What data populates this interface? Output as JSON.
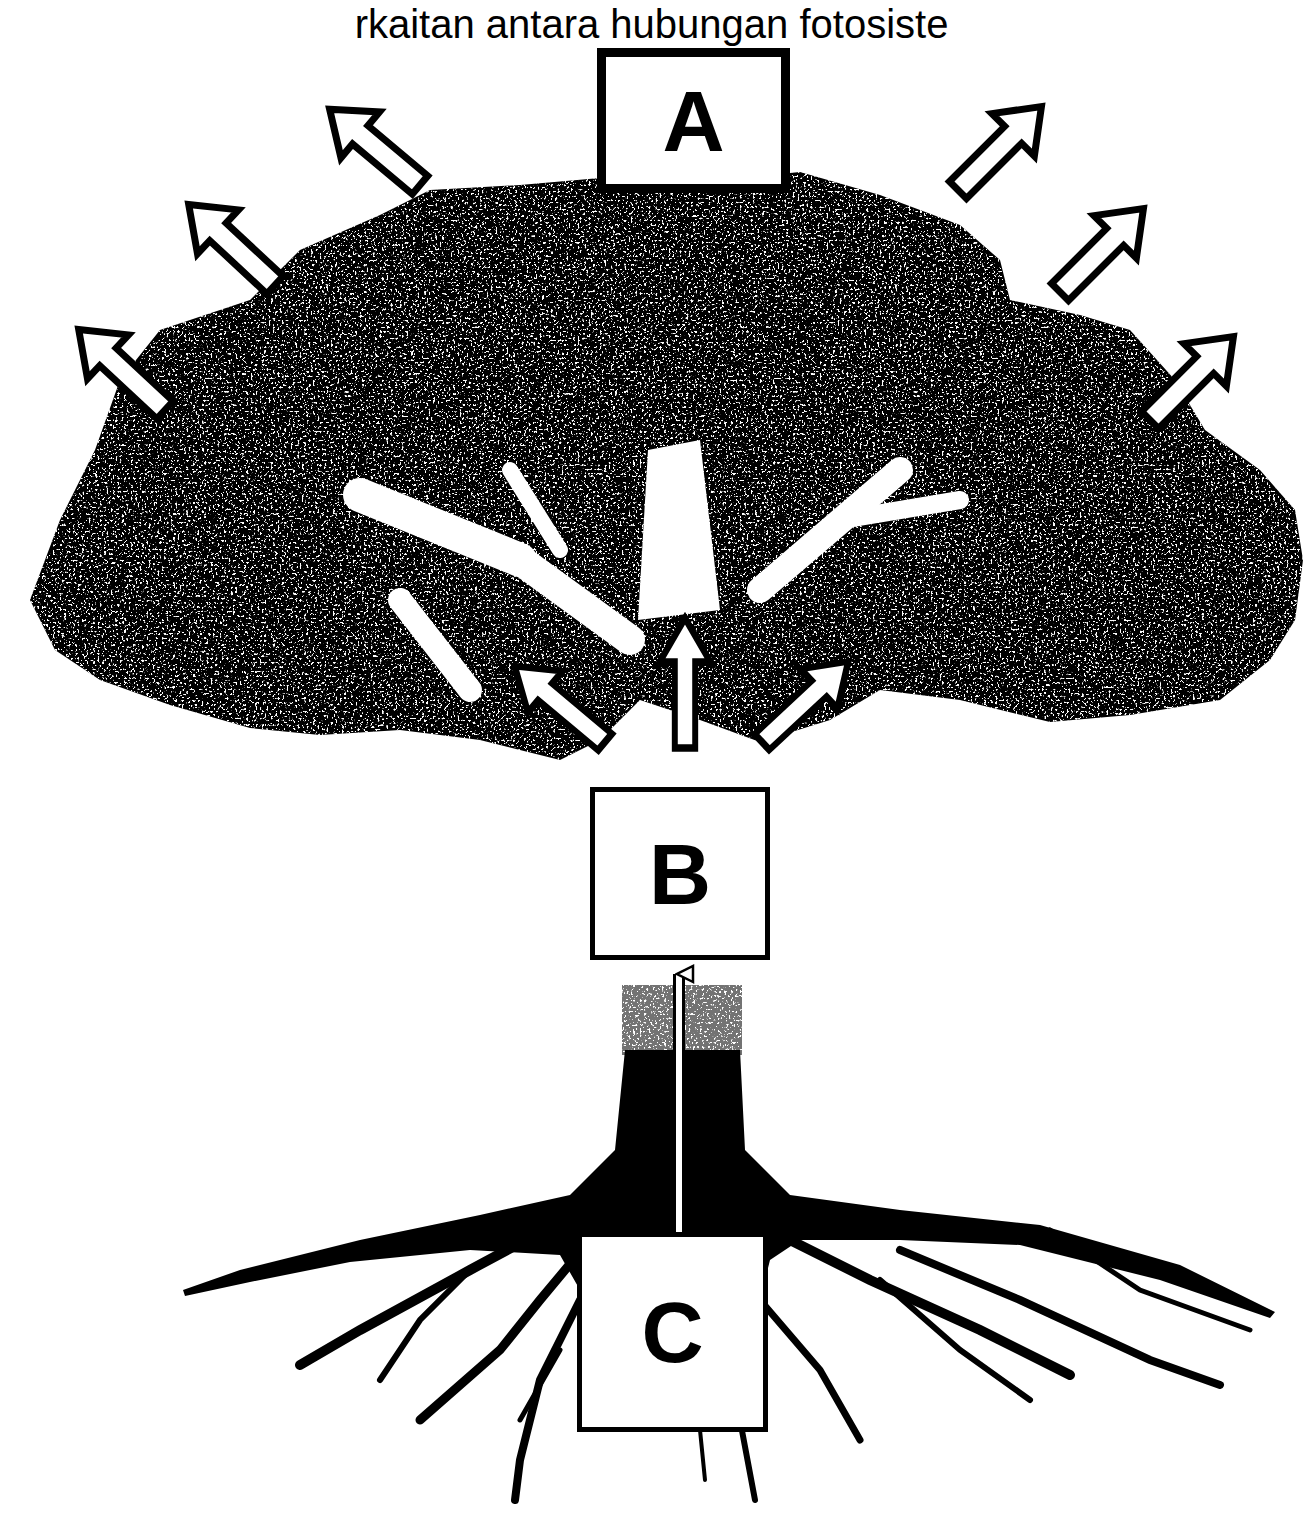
{
  "diagram": {
    "title": "rkaitan antara hubungan fotosiste",
    "nodes": [
      {
        "text": [
          "A"
        ]
      },
      {
        "text": [
          "B"
        ]
      },
      {
        "text": [
          "C"
        ]
      }
    ],
    "edges": [
      {
        "from": 2,
        "to": 1,
        "arrow": "to"
      }
    ]
  }
}
